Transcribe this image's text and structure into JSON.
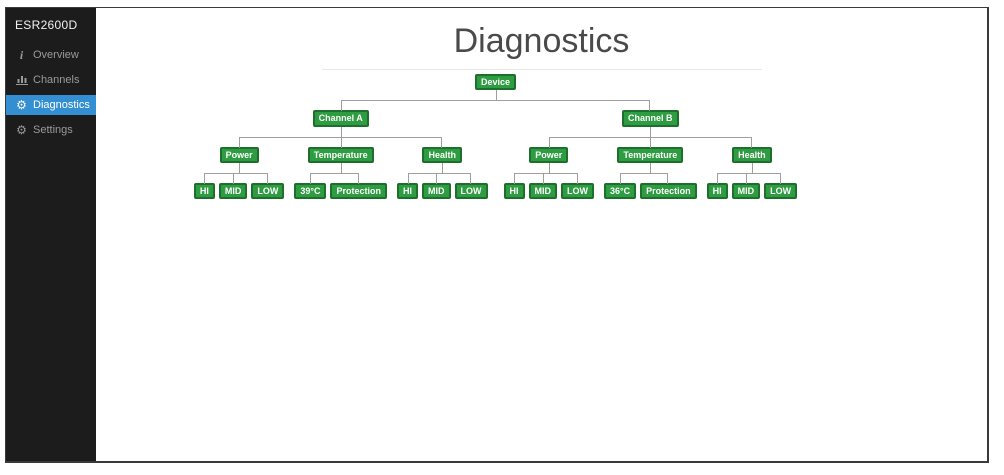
{
  "app": {
    "title": "ESR2600D"
  },
  "sidebar": {
    "items": [
      {
        "label": "Overview",
        "icon": "info-icon",
        "active": false
      },
      {
        "label": "Channels",
        "icon": "bar-chart-icon",
        "active": false
      },
      {
        "label": "Diagnostics",
        "icon": "gear-icon",
        "active": true
      },
      {
        "label": "Settings",
        "icon": "gear-icon",
        "active": false
      }
    ]
  },
  "main": {
    "title": "Diagnostics"
  },
  "colors": {
    "sidebar_bg": "#1c1c1c",
    "active_item_bg": "#338fd1",
    "node_fill": "#2e9c41",
    "node_border": "#1e6f2d",
    "connector": "#9f9f9f",
    "heading_text": "#4a4a4a"
  },
  "tree": {
    "label": "Device",
    "children": [
      {
        "label": "Channel A",
        "children": [
          {
            "label": "Power",
            "children": [
              {
                "label": "HI"
              },
              {
                "label": "MID"
              },
              {
                "label": "LOW"
              }
            ]
          },
          {
            "label": "Temperature",
            "children": [
              {
                "label": "39°C"
              },
              {
                "label": "Protection"
              }
            ]
          },
          {
            "label": "Health",
            "children": [
              {
                "label": "HI"
              },
              {
                "label": "MID"
              },
              {
                "label": "LOW"
              }
            ]
          }
        ]
      },
      {
        "label": "Channel B",
        "children": [
          {
            "label": "Power",
            "children": [
              {
                "label": "HI"
              },
              {
                "label": "MID"
              },
              {
                "label": "LOW"
              }
            ]
          },
          {
            "label": "Temperature",
            "children": [
              {
                "label": "36°C"
              },
              {
                "label": "Protection"
              }
            ]
          },
          {
            "label": "Health",
            "children": [
              {
                "label": "HI"
              },
              {
                "label": "MID"
              },
              {
                "label": "LOW"
              }
            ]
          }
        ]
      }
    ]
  }
}
